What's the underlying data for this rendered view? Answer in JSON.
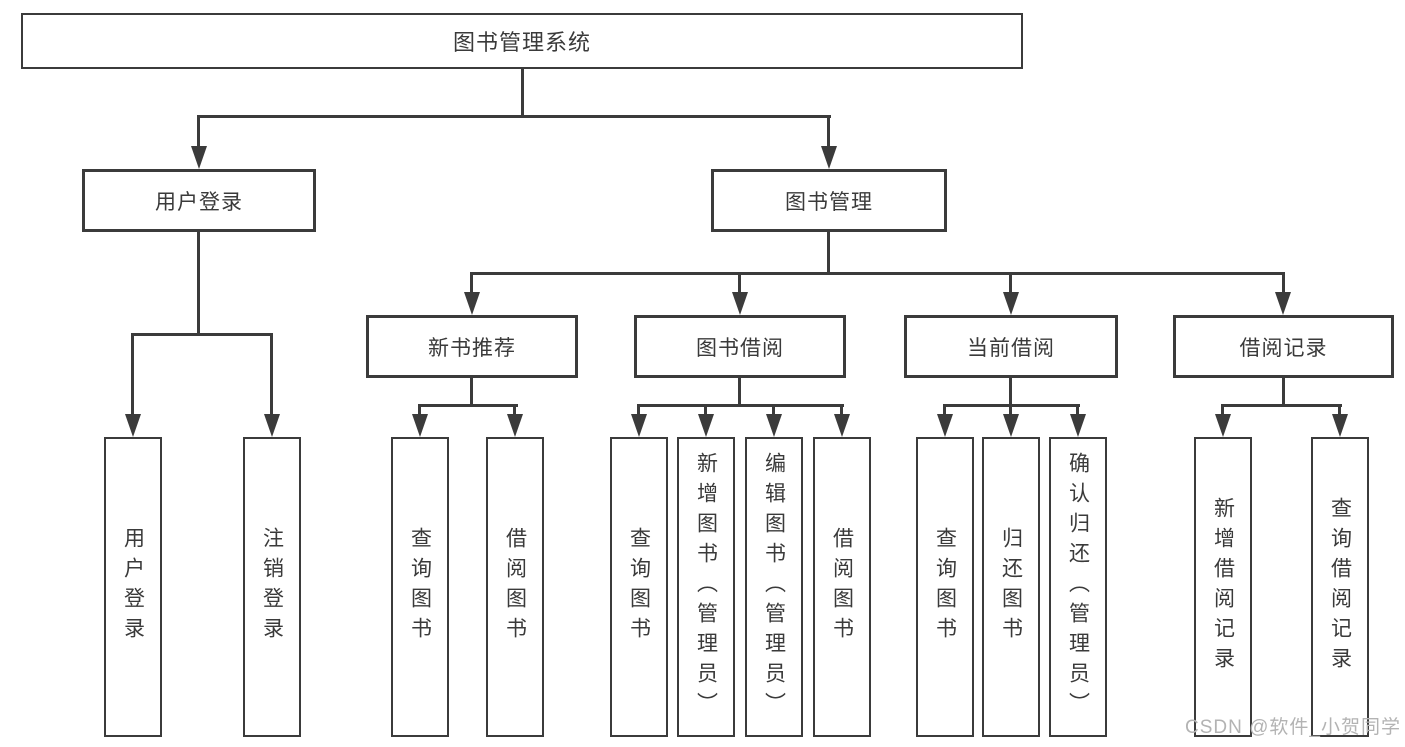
{
  "diagram": {
    "title": "图书管理系统",
    "watermark": "CSDN @软件_小贺同学",
    "colors": {
      "line": "#3b3b3b",
      "text": "#3a3a3a",
      "background": "#ffffff",
      "watermark": "#b3b3b3"
    },
    "root": {
      "label": "图书管理系统"
    },
    "level2": [
      {
        "label": "用户登录",
        "parent": "图书管理系统"
      },
      {
        "label": "图书管理",
        "parent": "图书管理系统"
      }
    ],
    "level3": [
      {
        "label": "新书推荐",
        "parent": "图书管理"
      },
      {
        "label": "图书借阅",
        "parent": "图书管理"
      },
      {
        "label": "当前借阅",
        "parent": "图书管理"
      },
      {
        "label": "借阅记录",
        "parent": "图书管理"
      }
    ],
    "leaves": [
      {
        "label": "用户登录",
        "parent": "用户登录"
      },
      {
        "label": "注销登录",
        "parent": "用户登录"
      },
      {
        "label": "查询图书",
        "parent": "新书推荐"
      },
      {
        "label": "借阅图书",
        "parent": "新书推荐"
      },
      {
        "label": "查询图书",
        "parent": "图书借阅"
      },
      {
        "label": "新增图书（管理员）",
        "parent": "图书借阅"
      },
      {
        "label": "编辑图书（管理员）",
        "parent": "图书借阅"
      },
      {
        "label": "借阅图书",
        "parent": "图书借阅"
      },
      {
        "label": "查询图书",
        "parent": "当前借阅"
      },
      {
        "label": "归还图书",
        "parent": "当前借阅"
      },
      {
        "label": "确认归还（管理员）",
        "parent": "当前借阅"
      },
      {
        "label": "新增借阅记录",
        "parent": "借阅记录"
      },
      {
        "label": "查询借阅记录",
        "parent": "借阅记录"
      }
    ]
  }
}
